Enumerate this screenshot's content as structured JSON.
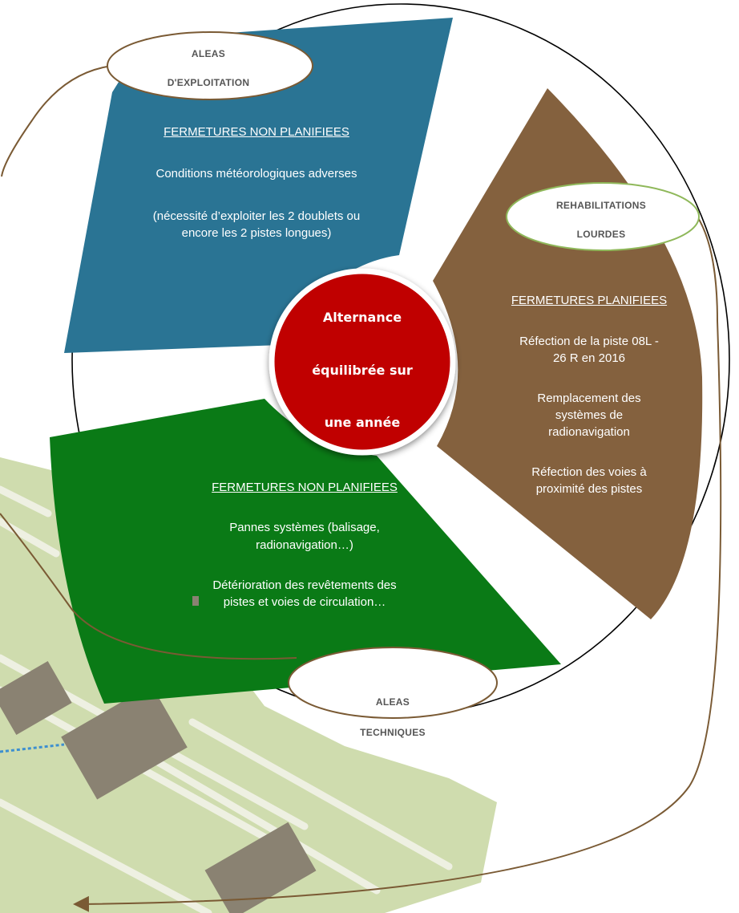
{
  "segments": {
    "blue": {
      "title": "FERMETURES NON PLANIFIEES",
      "line1": "Conditions météorologiques adverses",
      "line2": "(nécessité d’exploiter les 2 doublets ou",
      "line3": "encore les 2 pistes longues)"
    },
    "brown": {
      "title": "FERMETURES PLANIFIEES",
      "line1": "Réfection de la piste 08L -",
      "line2": "26 R en 2016",
      "line3": "Remplacement des",
      "line4": "systèmes de",
      "line5": "radionavigation",
      "line6": "Réfection des voies à",
      "line7": "proximité des pistes"
    },
    "green": {
      "title": "FERMETURES NON PLANIFIEES",
      "line1": "Pannes systèmes (balisage,",
      "line2": "radionavigation…)",
      "line3": "Détérioration des revêtements  des",
      "line4": "pistes et voies de circulation…"
    }
  },
  "center": {
    "line1": "Alternance",
    "line2": "équilibrée sur",
    "line3": "une année"
  },
  "labels": {
    "exploitation_1": "ALEAS",
    "exploitation_2": "D'EXPLOITATION",
    "rehab_1": "REHABILITATIONS",
    "rehab_2": "LOURDES",
    "tech_1": "ALEAS",
    "tech_2": "TECHNIQUES"
  },
  "colors": {
    "blue": "#2a7494",
    "brown": "#84613e",
    "green": "#0a7a16",
    "center": "#c00000",
    "arrow": "#7a5a34",
    "map_land": "#cfdcae",
    "map_road": "#eef0e2"
  }
}
